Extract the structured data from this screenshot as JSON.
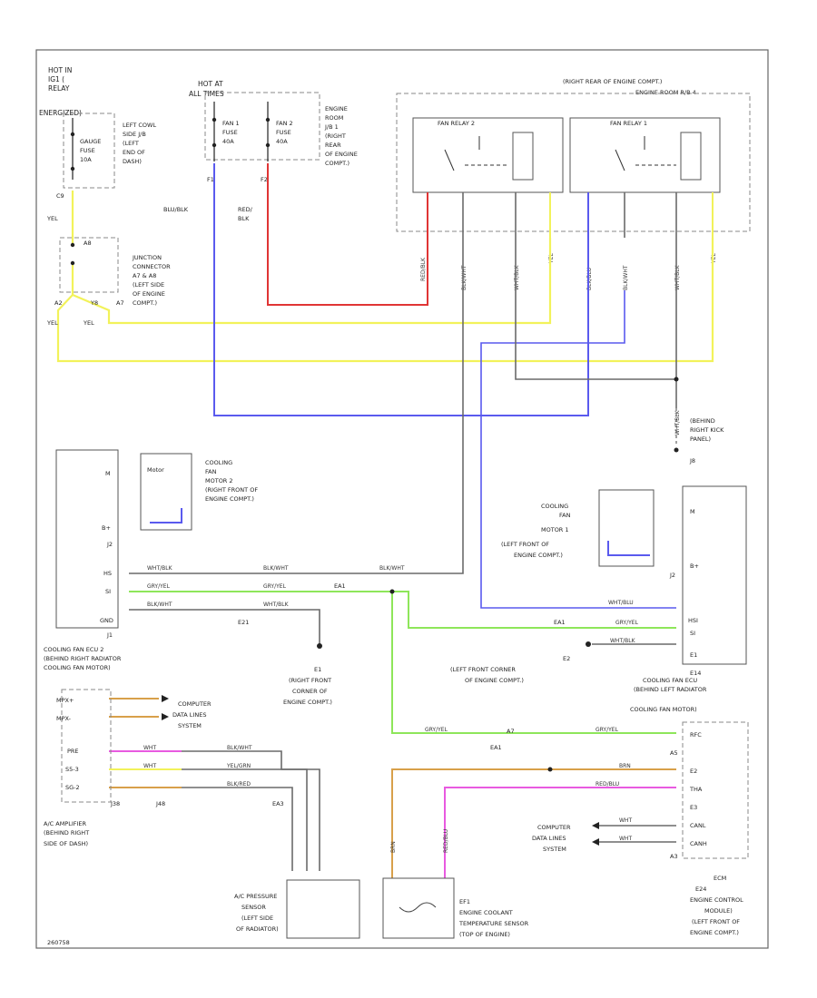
{
  "colors": {
    "yellow": "#f2f25a",
    "red": "#e03535",
    "blue": "#5a5aee",
    "green": "#8ee65a",
    "pink": "#e85ae0",
    "tan": "#d8a04a",
    "gray": "#6a6a6a"
  },
  "footer_id": "260758",
  "labels": {
    "hot_ig1_a": "HOT IN",
    "hot_ig1_b": "IG1 (",
    "hot_ig1_c": "RELAY",
    "hot_ig1_d": "ENERGIZED)",
    "hot_at_a": "HOT AT",
    "hot_at_b": "ALL TIMES",
    "gauge_fuse_a": "GAUGE",
    "gauge_fuse_b": "FUSE",
    "gauge_fuse_c": "10A",
    "fan1_fuse_a": "FAN 1",
    "fan1_fuse_b": "FUSE",
    "fan1_fuse_c": "40A",
    "fan2_fuse_a": "FAN 2",
    "fan2_fuse_b": "FUSE",
    "fan2_fuse_c": "40A",
    "left_cowl_a": "LEFT COWL",
    "left_cowl_b": "SIDE J/B",
    "left_cowl_c": "(LEFT",
    "left_cowl_d": "END OF",
    "left_cowl_e": "DASH)",
    "engine_room_a": "ENGINE",
    "engine_room_b": "ROOM",
    "engine_room_c": "J/B 1",
    "engine_room_d": "(RIGHT",
    "engine_room_e": "REAR",
    "engine_room_f": "OF ENGINE",
    "engine_room_g": "COMPT.)",
    "right_rear_a": "(RIGHT REAR OF ENGINE COMPT.)",
    "right_rear_b": "ENGINE ROOM R/B 4",
    "fan_relay_2": "FAN RELAY 2",
    "fan_relay_1": "FAN RELAY 1",
    "f1": "F1",
    "f2": "F2",
    "wire_blu_blk": "BLU/BLK",
    "wire_red_blk_a": "RED/",
    "wire_red_blk_b": "BLK",
    "wire_yel": "YEL",
    "c9": "C9",
    "a8": "A8",
    "a2": "A2",
    "a7": "A7",
    "y8": "Y8",
    "junction_a": "JUNCTION",
    "junction_b": "CONNECTOR",
    "junction_c": "A7 & A8",
    "junction_d": "(LEFT SIDE",
    "junction_e": "OF ENGINE",
    "junction_f": "COMPT.)",
    "ground_rear_a": "(BEHIND",
    "ground_rear_b": "RIGHT KICK",
    "ground_rear_c": "PANEL)",
    "ground_rear_d": "J8",
    "wire_wht_blk_v": "WHT/BLK",
    "fan_motor2_a": "COOLING",
    "fan_motor2_b": "FAN",
    "fan_motor2_c": "MOTOR 2",
    "fan_motor2_d": "(RIGHT FRONT OF",
    "fan_motor2_e": "ENGINE COMPT.)",
    "fan_motor1_a": "COOLING",
    "fan_motor1_b": "FAN",
    "fan_motor1_c": "MOTOR 1",
    "fan_motor1_d": "(LEFT FRONT OF",
    "fan_motor1_e": "ENGINE COMPT.)",
    "motor_tag": "Motor",
    "pin_m": "M",
    "pin_bplus": "B+",
    "pin_hs": "HS",
    "pin_si": "SI",
    "pin_gnd": "GND",
    "pin_hsi": "HSI",
    "pin_e1": "E1",
    "j1": "J1",
    "j2": "J2",
    "e14": "E14",
    "e21": "E21",
    "e2": "E2",
    "e1": "E1",
    "ea1": "EA1",
    "wire_wht_blk": "WHT/BLK",
    "wire_blk_wht": "BLK/WHT",
    "wire_gry_yel": "GRY/YEL",
    "wire_wht_blu": "WHT/BLU",
    "ground_rf_a": "E1",
    "ground_rf_b": "(RIGHT FRONT",
    "ground_rf_c": "CORNER OF",
    "ground_rf_d": "ENGINE COMPT.)",
    "ground_lf_a": "E2",
    "ground_lf_b": "(LEFT FRONT CORNER",
    "ground_lf_c": "OF ENGINE COMPT.)",
    "ecu_right_a": "COOLING FAN ECU",
    "ecu_right_b": "(BEHIND LEFT RADIATOR",
    "ecu_right_c": "COOLING FAN MOTOR)",
    "ecu_left_a": "COOLING FAN ECU 2",
    "ecu_left_b": "(BEHIND RIGHT RADIATOR",
    "ecu_left_c": "COOLING FAN MOTOR)",
    "mpx_plus": "MPX+",
    "mpx_minus": "MPX-",
    "pre": "PRE",
    "s5v": "S5-3",
    "sg2": "SG-2",
    "computer_data_a": "COMPUTER",
    "computer_data_b": "DATA LINES",
    "computer_data_c": "SYSTEM",
    "j38": "J38",
    "j48": "J48",
    "ea3": "EA3",
    "ac_amp_a": "A/C AMPLIFIER",
    "ac_amp_b": "(BEHIND RIGHT",
    "ac_amp_c": "SIDE OF DASH)",
    "wire_wht": "WHT",
    "wire_yel_grn": "YEL/GRN",
    "wire_blk_red": "BLK/RED",
    "wire_blk_wht2": "BLK/WHT",
    "ac_press_a": "A/C PRESSURE",
    "ac_press_b": "SENSOR",
    "ac_press_c": "(LEFT SIDE",
    "ac_press_d": "OF RADIATOR)",
    "ect_a": "EF1",
    "ect_b": "ENGINE COOLANT",
    "ect_c": "TEMPERATURE SENSOR",
    "ect_d": "(TOP OF ENGINE)",
    "ecm_a": "E24",
    "ecm_b": "ENGINE CONTROL",
    "ecm_c": "MODULE)",
    "ecm_d": "(LEFT FRONT OF",
    "ecm_e": "ENGINE COMPT.)",
    "ecm_top": "ECM",
    "pin_rfc": "RFC",
    "pin_e2": "E2",
    "pin_tha": "THA",
    "pin_e3": "E3",
    "pin_canl": "CANL",
    "pin_canh": "CANH",
    "a5": "A5",
    "a3": "A3",
    "wire_brn": "BRN",
    "wire_red_blu": "RED/BLU",
    "wire_gry_yel2": "GRY/YEL",
    "wire_blk_wht_v": "BLK/WHT",
    "wire_wht_blk_v2": "WHT/BLK",
    "wire_blk_blu_v": "BLK/BLU",
    "wire_yel_v": "YEL",
    "wire_red_v": "RED/BLK"
  }
}
